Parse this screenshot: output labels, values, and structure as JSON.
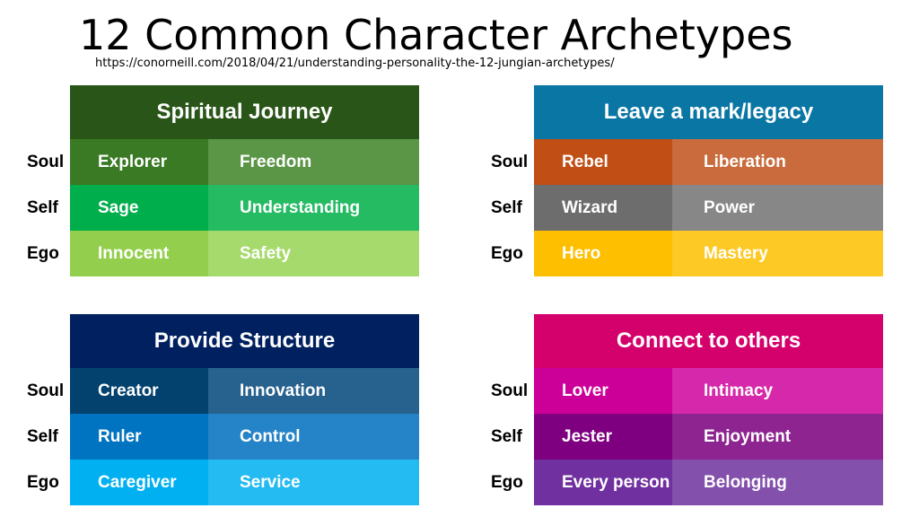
{
  "title": "12 Common Character Archetypes",
  "source_url": "https://conorneill.com/2018/04/21/understanding-personality-the-12-jungian-archetypes/",
  "panels": [
    {
      "header": "Spiritual Journey",
      "header_color": "#2a5518",
      "rows": [
        {
          "label": "Soul",
          "archetype": "Explorer",
          "value": "Freedom",
          "left_color": "#3a7a24",
          "right_color": "#5a9646"
        },
        {
          "label": "Self",
          "archetype": "Sage",
          "value": "Understanding",
          "left_color": "#00ae4c",
          "right_color": "#24bb63"
        },
        {
          "label": "Ego",
          "archetype": "Innocent",
          "value": "Safety",
          "left_color": "#93cf4d",
          "right_color": "#a6da6c"
        }
      ]
    },
    {
      "header": "Leave a mark/legacy",
      "header_color": "#0a76a4",
      "rows": [
        {
          "label": "Soul",
          "archetype": "Rebel",
          "value": "Liberation",
          "left_color": "#c04e15",
          "right_color": "#c96b3d"
        },
        {
          "label": "Self",
          "archetype": "Wizard",
          "value": "Power",
          "left_color": "#6d6d6d",
          "right_color": "#878787"
        },
        {
          "label": "Ego",
          "archetype": "Hero",
          "value": "Mastery",
          "left_color": "#fdbf00",
          "right_color": "#fdc925"
        }
      ]
    },
    {
      "header": "Provide Structure",
      "header_color": "#002060",
      "rows": [
        {
          "label": "Soul",
          "archetype": "Creator",
          "value": "Innovation",
          "left_color": "#03416f",
          "right_color": "#27618e"
        },
        {
          "label": "Self",
          "archetype": "Ruler",
          "value": "Control",
          "left_color": "#0073c1",
          "right_color": "#2584c8"
        },
        {
          "label": "Ego",
          "archetype": "Caregiver",
          "value": "Service",
          "left_color": "#00b0f0",
          "right_color": "#24bbf2"
        }
      ]
    },
    {
      "header": "Connect to others",
      "header_color": "#d4006b",
      "rows": [
        {
          "label": "Soul",
          "archetype": "Lover",
          "value": "Intimacy",
          "left_color": "#cc0099",
          "right_color": "#d628aa"
        },
        {
          "label": "Self",
          "archetype": "Jester",
          "value": "Enjoyment",
          "left_color": "#7e0080",
          "right_color": "#8d2490"
        },
        {
          "label": "Ego",
          "archetype": "Every person",
          "value": "Belonging",
          "left_color": "#7030a0",
          "right_color": "#8350ac"
        }
      ]
    }
  ]
}
